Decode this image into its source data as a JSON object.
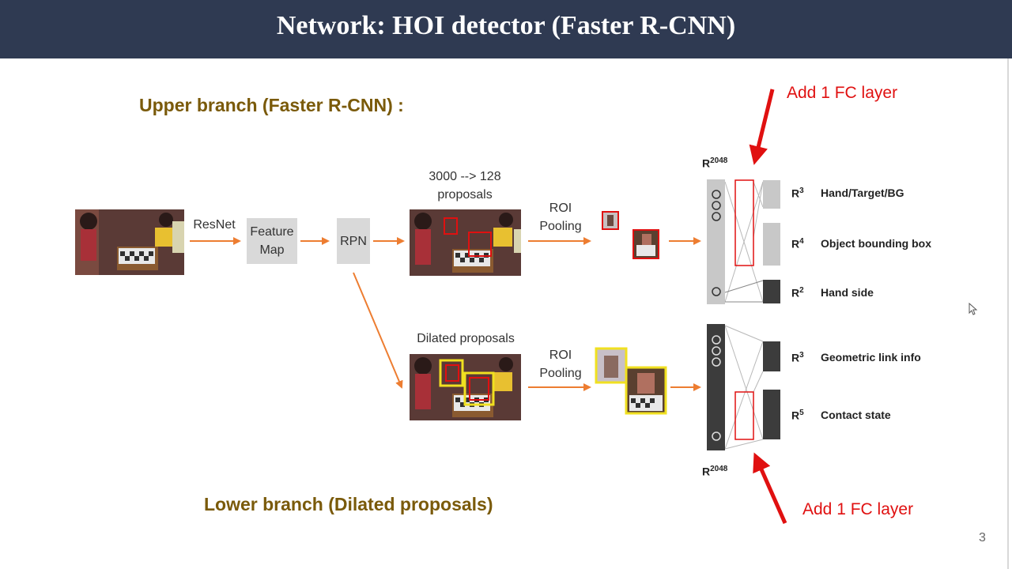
{
  "slide": {
    "title": "Network: HOI detector (Faster R-CNN)",
    "page_number": "3"
  },
  "branches": {
    "upper": "Upper branch (Faster R-CNN) :",
    "lower": "Lower branch (Dilated proposals)"
  },
  "pipeline": {
    "resnet_label": "ResNet",
    "feature_map_label": "Feature Map",
    "rpn_label": "RPN",
    "proposals_label": "3000 --> 128 proposals",
    "dilated_label": "Dilated proposals",
    "roi_pooling_label": "ROI Pooling"
  },
  "annotations": {
    "fc_layer": "Add 1 FC layer"
  },
  "feature_dims": {
    "upper": {
      "base": "R",
      "exp": "2048"
    },
    "lower": {
      "base": "R",
      "exp": "2048"
    }
  },
  "outputs": {
    "upper": [
      {
        "dim_base": "R",
        "dim_exp": "3",
        "label": "Hand/Target/BG"
      },
      {
        "dim_base": "R",
        "dim_exp": "4",
        "label": "Object bounding box"
      },
      {
        "dim_base": "R",
        "dim_exp": "2",
        "label": "Hand side"
      }
    ],
    "lower": [
      {
        "dim_base": "R",
        "dim_exp": "3",
        "label": "Geometric link info"
      },
      {
        "dim_base": "R",
        "dim_exp": "5",
        "label": "Contact state"
      }
    ]
  },
  "colors": {
    "title_bar": "#2f3a52",
    "branch_text": "#7a5a0a",
    "arrow_orange": "#ed7d31",
    "annotation_red": "#e01010",
    "proposal_box_red": "#e01010",
    "dilated_box_yellow": "#f0e020"
  }
}
